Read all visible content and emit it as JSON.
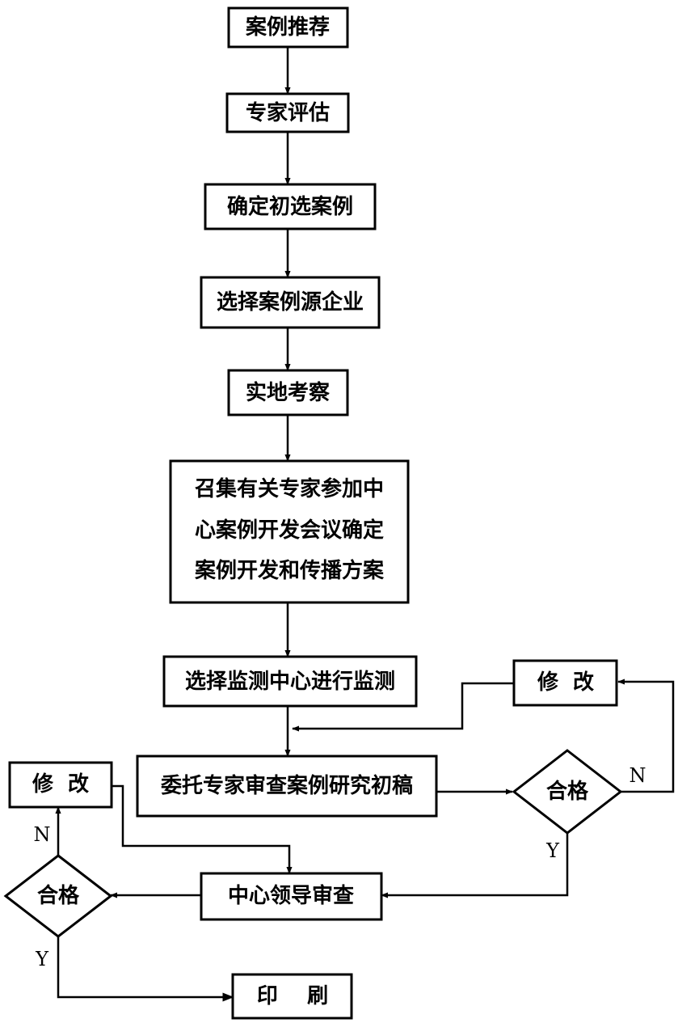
{
  "nodes": {
    "case_recommend": "案例推荐",
    "expert_eval": "专家评估",
    "confirm_initial": "确定初选案例",
    "select_source": "选择案例源企业",
    "field_visit": "实地考察",
    "convene_meeting": [
      "召集有关专家参加中",
      "心案例开发会议确定",
      "案例开发和传播方案"
    ],
    "select_monitor": "选择监测中心进行监测",
    "commission_review": "委托专家审查案例研究初稿",
    "qualified_right": "合格",
    "revise_right": "修  改",
    "leader_review": "中心领导审查",
    "qualified_left": "合格",
    "revise_left": "修  改",
    "print": "印    刷"
  },
  "labels": {
    "n_right": "N",
    "y_right": "Y",
    "n_left": "N",
    "y_left": "Y"
  }
}
